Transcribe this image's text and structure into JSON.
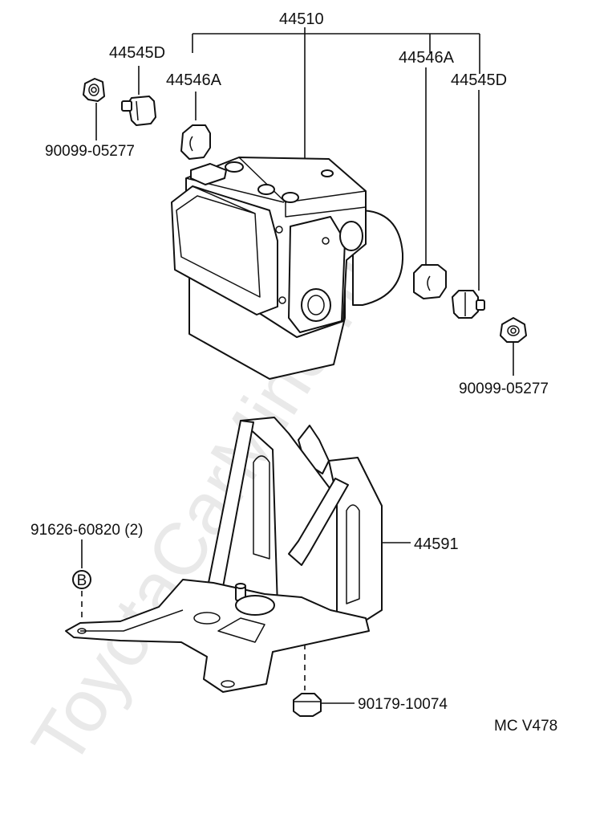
{
  "watermark": "ToyotaCarMine.ru",
  "labels": {
    "assembly": "44510",
    "bolt_left": "44545D",
    "cushion_left": "44546A",
    "cushion_right": "44546A",
    "bolt_right": "44545D",
    "nut_left": "90099-05277",
    "nut_right": "90099-05277",
    "bracket": "44591",
    "clip": "91626-60820 (2)",
    "clip_marker": "B",
    "bottom_nut": "90179-10074",
    "drawing_code": "MC V478"
  }
}
